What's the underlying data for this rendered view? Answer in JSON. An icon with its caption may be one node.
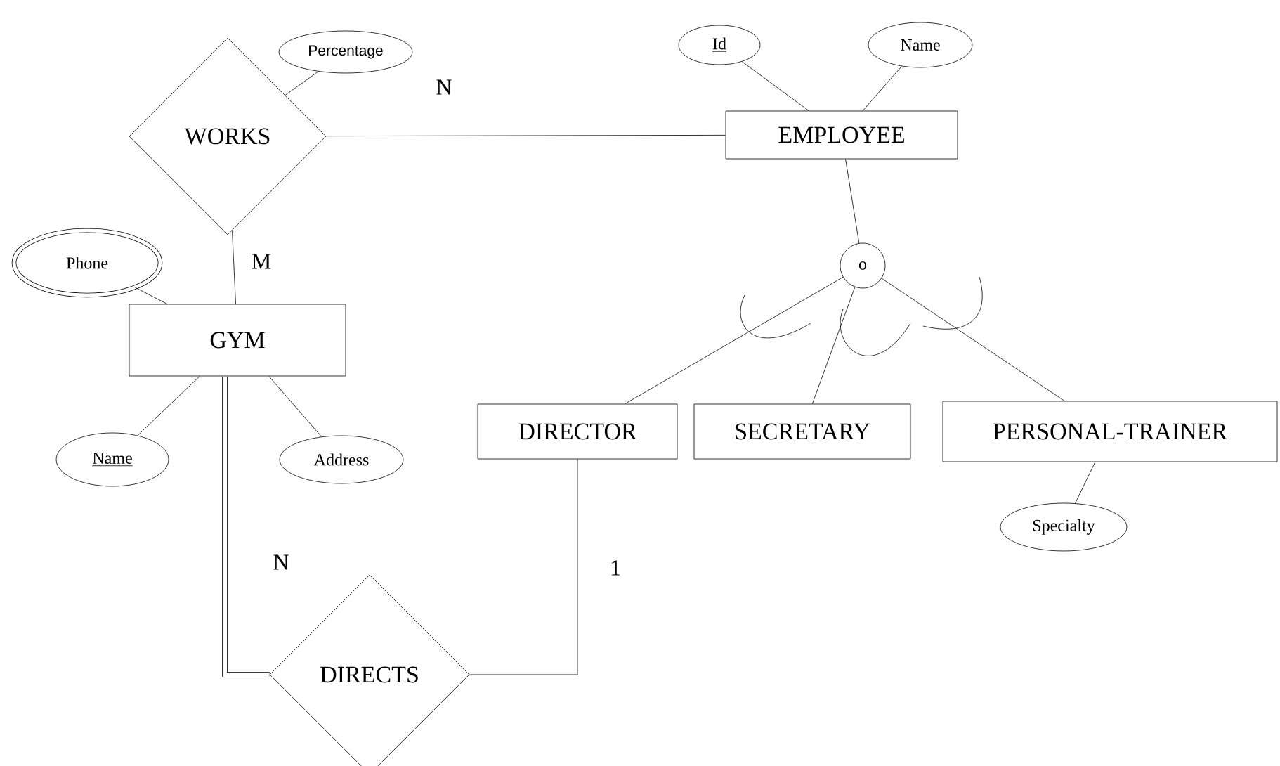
{
  "diagram": {
    "nodes": [
      {
        "text": [
          "WORKS"
        ]
      },
      {
        "text": [
          "Percentage"
        ]
      },
      {
        "text": [
          "EMPLOYEE"
        ]
      },
      {
        "text": [
          "Id"
        ]
      },
      {
        "text": [
          "Name"
        ]
      },
      {
        "text": [
          "GYM"
        ]
      },
      {
        "text": [
          "Phone"
        ]
      },
      {
        "text": [
          "Name"
        ]
      },
      {
        "text": [
          "Address"
        ]
      },
      {
        "text": [
          "o"
        ]
      },
      {
        "text": [
          "DIRECTOR"
        ]
      },
      {
        "text": [
          "SECRETARY"
        ]
      },
      {
        "text": [
          "PERSONAL-TRAINER"
        ]
      },
      {
        "text": [
          "Specialty"
        ]
      },
      {
        "text": [
          "DIRECTS"
        ]
      }
    ],
    "edges": [
      {
        "from": 1,
        "to": 0,
        "arrow": "none"
      },
      {
        "from": 0,
        "to": 2,
        "arrow": "none",
        "label": "N"
      },
      {
        "from": 3,
        "to": 2,
        "arrow": "none"
      },
      {
        "from": 4,
        "to": 2,
        "arrow": "none"
      },
      {
        "from": 0,
        "to": 5,
        "arrow": "none",
        "label": "M"
      },
      {
        "from": 6,
        "to": 5,
        "arrow": "none"
      },
      {
        "from": 7,
        "to": 5,
        "arrow": "none"
      },
      {
        "from": 8,
        "to": 5,
        "arrow": "none"
      },
      {
        "from": 2,
        "to": 9,
        "arrow": "none"
      },
      {
        "from": 9,
        "to": 10,
        "arrow": "none"
      },
      {
        "from": 9,
        "to": 11,
        "arrow": "none"
      },
      {
        "from": 9,
        "to": 12,
        "arrow": "none"
      },
      {
        "from": 12,
        "to": 13,
        "arrow": "none"
      },
      {
        "from": 5,
        "to": 14,
        "arrow": "none",
        "label": "N",
        "style": "thick"
      },
      {
        "from": 10,
        "to": 14,
        "arrow": "none",
        "label": "1"
      }
    ]
  }
}
